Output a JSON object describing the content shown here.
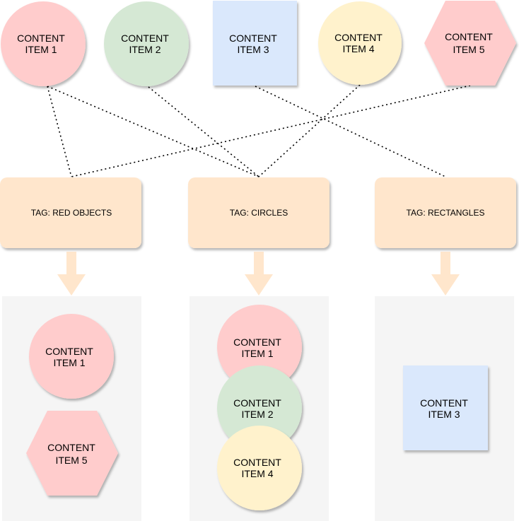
{
  "colors": {
    "red_fill": "#ffcccc",
    "green_fill": "#d5e8d4",
    "blue_fill": "#dae8fc",
    "yellow_fill": "#fff2cc",
    "tag_fill": "#ffe6cc",
    "arrow_fill": "#ffe6cc",
    "group_fill": "#f5f5f5",
    "connector": "#000000"
  },
  "items": [
    {
      "id": "item1",
      "line1": "CONTENT",
      "line2": "ITEM 1",
      "shape": "circle",
      "color": "red"
    },
    {
      "id": "item2",
      "line1": "CONTENT",
      "line2": "ITEM 2",
      "shape": "circle",
      "color": "green"
    },
    {
      "id": "item3",
      "line1": "CONTENT",
      "line2": "ITEM 3",
      "shape": "square",
      "color": "blue"
    },
    {
      "id": "item4",
      "line1": "CONTENT",
      "line2": "ITEM 4",
      "shape": "circle",
      "color": "yellow"
    },
    {
      "id": "item5",
      "line1": "CONTENT",
      "line2": "ITEM 5",
      "shape": "hexagon",
      "color": "red"
    }
  ],
  "tags": [
    {
      "id": "red",
      "label": "TAG: RED OBJECTS"
    },
    {
      "id": "circles",
      "label": "TAG: CIRCLES"
    },
    {
      "id": "rectangles",
      "label": "TAG: RECTANGLES"
    }
  ],
  "connections": [
    {
      "from": "item1",
      "to": "red"
    },
    {
      "from": "item5",
      "to": "red"
    },
    {
      "from": "item1",
      "to": "circles"
    },
    {
      "from": "item2",
      "to": "circles"
    },
    {
      "from": "item4",
      "to": "circles"
    },
    {
      "from": "item3",
      "to": "rectangles"
    }
  ],
  "groups": [
    {
      "tag": "red",
      "members": [
        "item1",
        "item5"
      ]
    },
    {
      "tag": "circles",
      "members": [
        "item1",
        "item2",
        "item4"
      ]
    },
    {
      "tag": "rectangles",
      "members": [
        "item3"
      ]
    }
  ]
}
